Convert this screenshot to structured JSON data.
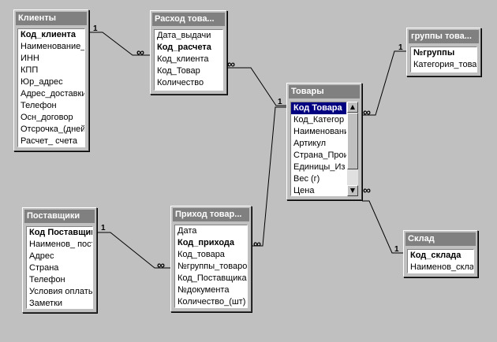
{
  "tables": {
    "clients": {
      "title": "Клиенты",
      "fields": [
        "Код_клиента",
        "Наименование_к",
        "ИНН",
        "КПП",
        "Юр_адрес",
        "Адрес_доставки",
        "Телефон",
        "Осн_договор",
        "Отсрочка_(дней",
        "Расчет_ счета"
      ]
    },
    "expense": {
      "title": "Расход това...",
      "fields": [
        "Дата_выдачи",
        "Код_расчета",
        "Код_клиента",
        "Код_Товар",
        "Количество"
      ]
    },
    "groups": {
      "title": "группы това...",
      "fields": [
        "№группы",
        "Категория_това"
      ]
    },
    "goods": {
      "title": "Товары",
      "fields": [
        "Код Товара",
        "Код_Категор",
        "Наименовани",
        "Артикул",
        "Страна_Прои",
        "Единицы_Из",
        "Вес (г)",
        "Цена"
      ]
    },
    "suppliers": {
      "title": "Поставщики",
      "fields": [
        "Код Поставщика",
        "Наименов_ поста",
        "Адрес",
        "Страна",
        "Телефон",
        "Условия оплаты",
        "Заметки"
      ]
    },
    "income": {
      "title": "Приход товар...",
      "fields": [
        "Дата",
        "Код_прихода",
        "Код_товара",
        "№группы_товаро",
        "Код_Поставщика",
        "№документа",
        "Количество_(шт)"
      ]
    },
    "warehouse": {
      "title": "Склад",
      "fields": [
        "Код_склада",
        "Наименов_склад"
      ]
    }
  },
  "relationships": [
    {
      "id": "clients-expense",
      "one": "1",
      "many": "∞"
    },
    {
      "id": "goods-expense",
      "one": "1",
      "many": "∞"
    },
    {
      "id": "goods-groups",
      "one": "1",
      "many": "∞"
    },
    {
      "id": "goods-income",
      "one": "1",
      "many": "∞"
    },
    {
      "id": "suppliers-income",
      "one": "1",
      "many": "∞"
    },
    {
      "id": "goods-warehouse",
      "one": "1",
      "many": "∞"
    }
  ],
  "colors": {
    "background": "#c0c0c0",
    "title_bar_inactive": "#808080",
    "title_bar_active": "#808080",
    "selection": "#000080",
    "link_line": "#000000"
  }
}
